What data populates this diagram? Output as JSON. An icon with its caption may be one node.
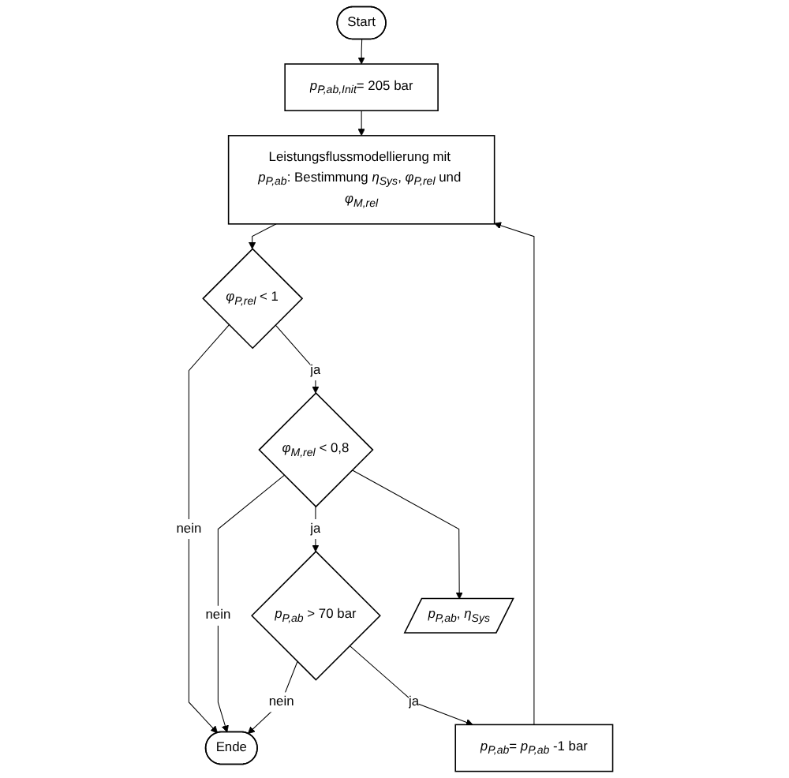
{
  "diagram": {
    "nodes": [
      {
        "text": [
          "Start"
        ]
      },
      {
        "text": [
          "*p*$_{P,ab,Init}$= 205 bar"
        ]
      },
      {
        "text": [
          "Leistungsflussmodellierung mit *p*$_{P,ab}$: Bestimmung *η*$_{Sys}$, *φ*$_{P,rel}$ und *φ*$_{M,rel}$"
        ]
      },
      {
        "text": [
          "*φ*$_{P,rel}$ < 1"
        ]
      },
      {
        "text": [
          "*φ*$_{M,rel}$ < 0,8"
        ]
      },
      {
        "text": [
          "*p*$_{P,ab}$, *η*$_{Sys}$"
        ]
      },
      {
        "text": [
          "*p*$_{P,ab}$ > 70 bar"
        ]
      },
      {
        "text": [
          "*p*$_{P,ab}$= *p*$_{P,ab}$ -1 bar"
        ]
      },
      {
        "text": [
          "Ende"
        ]
      }
    ],
    "edges": [
      {
        "from": 0,
        "to": 1,
        "arrow": "to"
      },
      {
        "from": 1,
        "to": 2,
        "arrow": "to"
      },
      {
        "from": 2,
        "to": 3,
        "arrow": "to"
      },
      {
        "from": 3,
        "to": 8,
        "label": "nein",
        "arrow": "to"
      },
      {
        "from": 3,
        "to": 4,
        "label": "ja",
        "arrow": "to"
      },
      {
        "from": 4,
        "to": 8,
        "label": "nein",
        "arrow": "to"
      },
      {
        "from": 4,
        "to": 6,
        "label": "ja",
        "arrow": "to"
      },
      {
        "from": 4,
        "to": 5,
        "arrow": "to"
      },
      {
        "from": 6,
        "to": 8,
        "label": "nein",
        "arrow": "to"
      },
      {
        "from": 6,
        "to": 7,
        "label": "ja",
        "arrow": "to"
      },
      {
        "from": 7,
        "to": 2,
        "arrow": "to"
      }
    ]
  }
}
